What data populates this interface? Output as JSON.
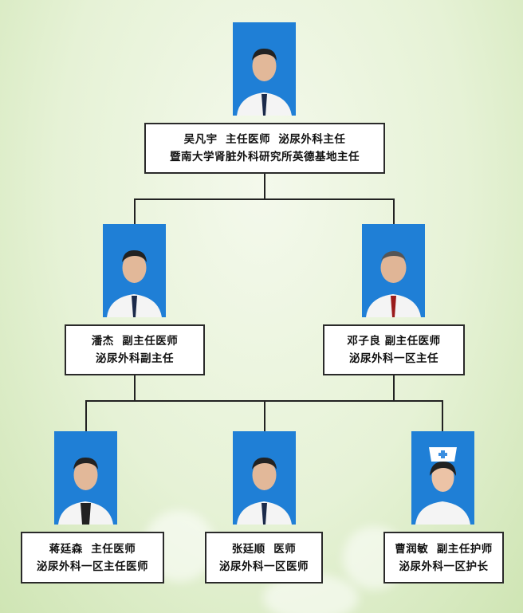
{
  "chart": {
    "root": {
      "line1": "吴凡宇  主任医师  泌尿外科主任",
      "line2": "暨南大学肾脏外科研究所英德基地主任"
    },
    "level2": [
      {
        "line1": "潘杰  副主任医师",
        "line2": "泌尿外科副主任"
      },
      {
        "line1": "邓子良 副主任医师",
        "line2": "泌尿外科一区主任"
      }
    ],
    "level3": [
      {
        "line1": "蒋廷森  主任医师",
        "line2": "泌尿外科一区主任医师"
      },
      {
        "line1": "张廷顺  医师",
        "line2": "泌尿外科一区医师"
      },
      {
        "line1": "曹润敏  副主任护师",
        "line2": "泌尿外科一区护长"
      }
    ]
  },
  "colors": {
    "photo_bg": "#1f7fd6",
    "line": "#222222"
  }
}
